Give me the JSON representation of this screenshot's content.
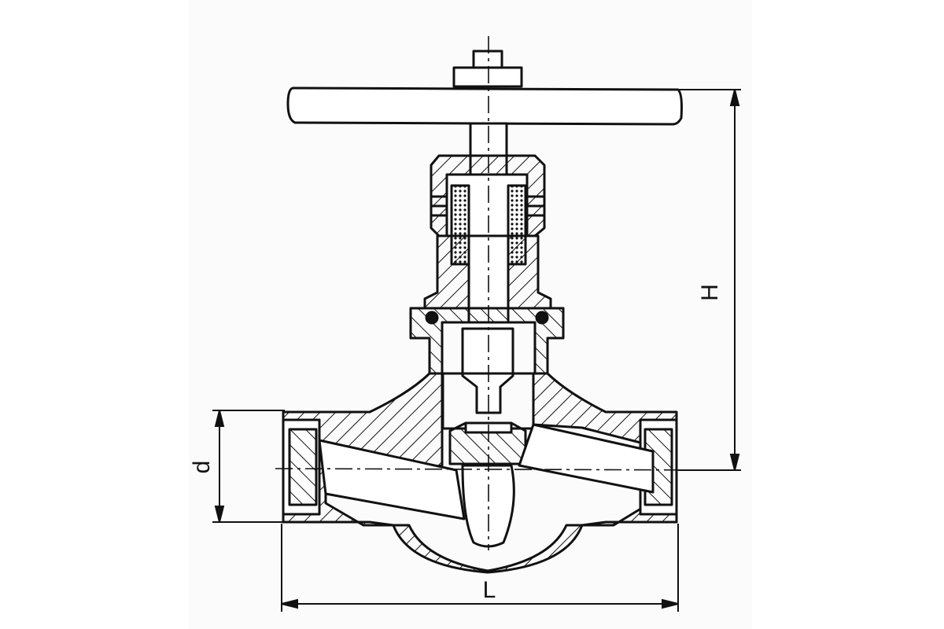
{
  "drawing": {
    "labels": {
      "height": "H",
      "diameter": "d",
      "length": "L"
    },
    "colors": {
      "ink": "#111111",
      "paper": "#fbfbfb",
      "background": "#ffffff"
    }
  }
}
